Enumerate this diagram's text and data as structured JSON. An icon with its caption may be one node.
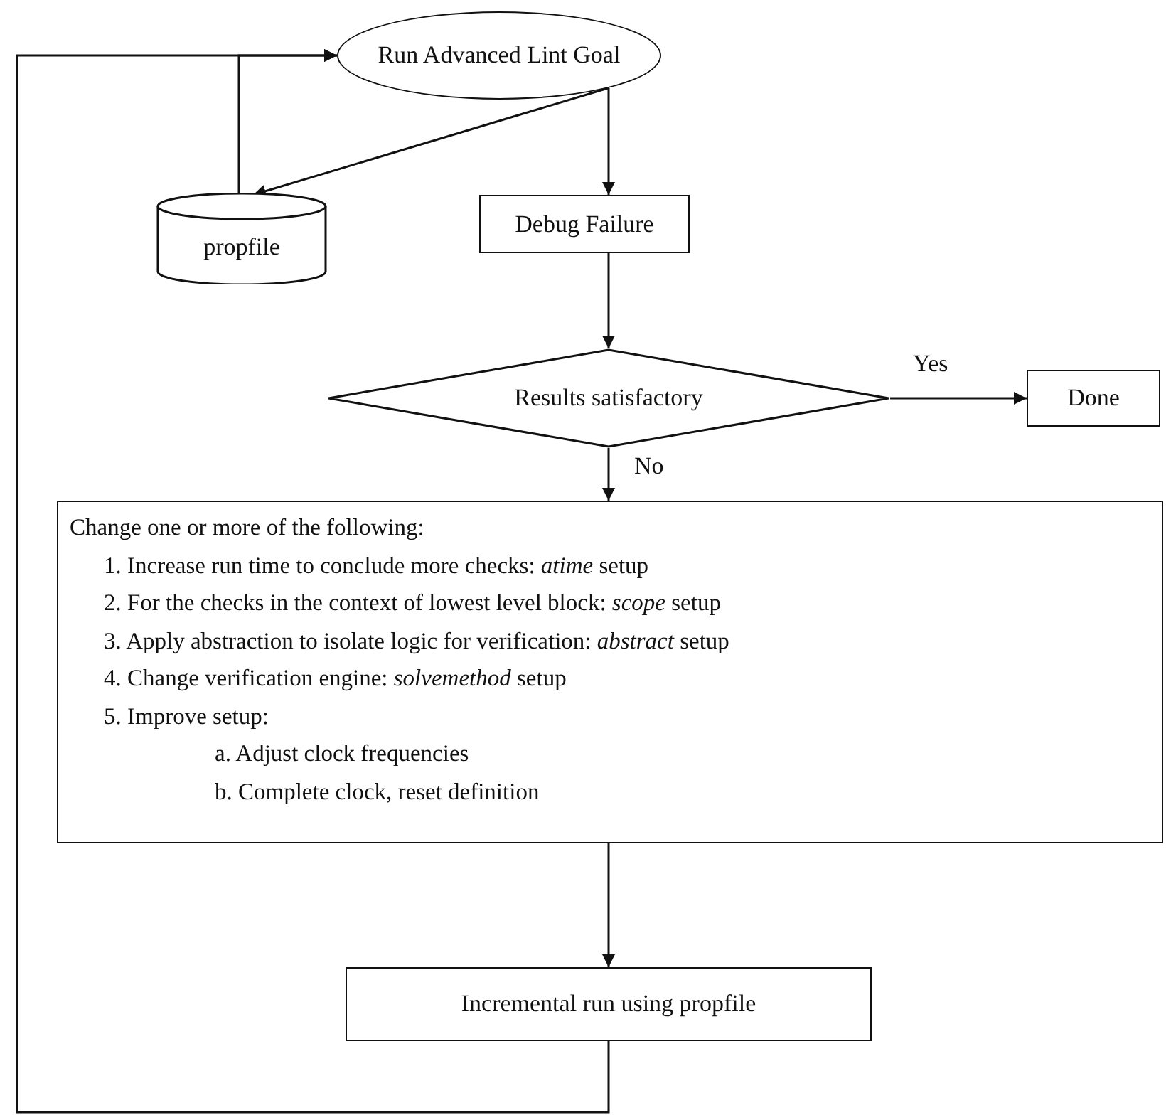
{
  "diagram": {
    "nodes": [
      {
        "text": [
          "Run Advanced Lint Goal"
        ]
      },
      {
        "text": [
          "propfile"
        ]
      },
      {
        "text": [
          "Debug Failure"
        ]
      },
      {
        "text": [
          "Results satisfactory"
        ]
      },
      {
        "text": [
          "Done"
        ]
      },
      {
        "text": [
          "Change one or more of the following:",
          "1. Increase run time to conclude more checks: *atime* setup",
          "2. For the checks in the context of lowest level block: *scope* setup",
          "3. Apply abstraction to isolate logic for verification: *abstract* setup",
          "4. Change verification engine: *solvemethod* setup",
          "5. Improve setup:",
          "a. Adjust clock frequencies",
          "b. Complete clock, reset definition"
        ]
      },
      {
        "text": [
          "Incremental run using propfile"
        ]
      }
    ],
    "edges": [
      {
        "from": 0,
        "to": 1,
        "arrow": "to"
      },
      {
        "from": 1,
        "to": 0,
        "arrow": "to"
      },
      {
        "from": 0,
        "to": 2,
        "arrow": "to"
      },
      {
        "from": 2,
        "to": 3,
        "arrow": "to"
      },
      {
        "from": 3,
        "to": 4,
        "arrow": "to",
        "label": "Yes"
      },
      {
        "from": 3,
        "to": 5,
        "arrow": "to",
        "label": "No"
      },
      {
        "from": 5,
        "to": 6,
        "arrow": "to"
      },
      {
        "from": 6,
        "to": 0,
        "arrow": "to"
      }
    ]
  }
}
